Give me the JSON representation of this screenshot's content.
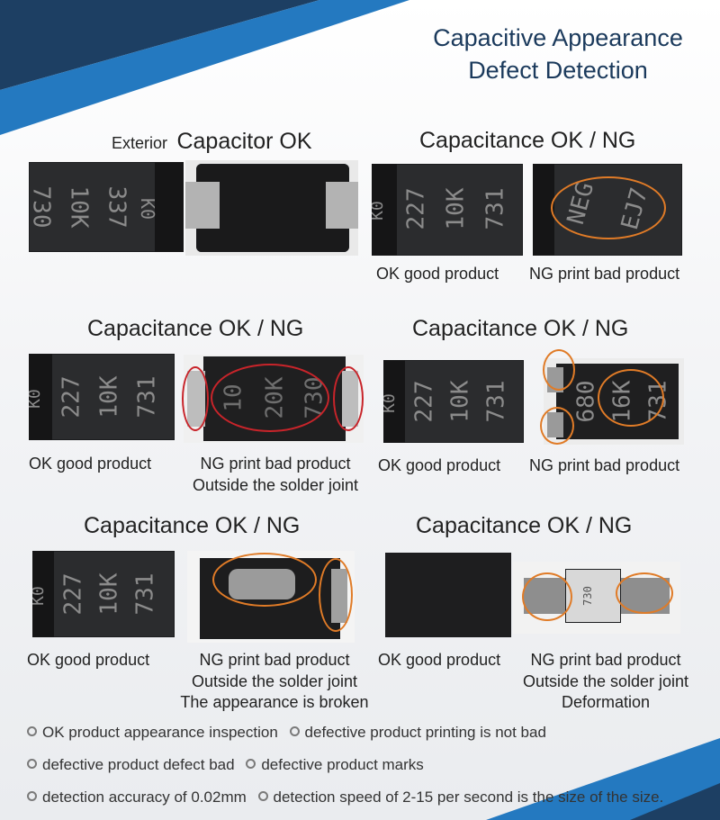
{
  "title": {
    "line1": "Capacitive Appearance",
    "line2": "Defect Detection"
  },
  "sections": {
    "s1": {
      "prefix": "Exterior",
      "heading": "Capacitor OK"
    },
    "s2": {
      "heading": "Capacitance OK / NG",
      "ok_label": "OK good product",
      "ng_label": "NG print bad product"
    },
    "s3": {
      "heading": "Capacitance OK / NG",
      "ok_label": "OK good product",
      "ng_label": "NG print bad product",
      "ng_label2": "Outside the solder joint"
    },
    "s4": {
      "heading": "Capacitance OK / NG",
      "ok_label": "OK good product",
      "ng_label": "NG print bad product"
    },
    "s5": {
      "heading": "Capacitance OK / NG",
      "ok_label": "OK good product",
      "ng_label": "NG print bad product",
      "ng_label2": "Outside the solder joint",
      "ng_label3": "The appearance is broken"
    },
    "s6": {
      "heading": "Capacitance OK / NG",
      "ok_label": "OK good product",
      "ng_label": "NG print bad product",
      "ng_label2": "Outside the solder joint",
      "ng_label3": "Deformation"
    }
  },
  "chip_marks": {
    "c1": [
      "730",
      "10K",
      "337",
      "K0"
    ],
    "ok": [
      "K0",
      "227",
      "10K",
      "731"
    ],
    "ng_s2": [
      "NEG",
      "EJ7"
    ],
    "ng_s3": [
      "10",
      "20K",
      "730"
    ],
    "ng_s4": [
      "680",
      "16K",
      "731"
    ],
    "ng_s6": [
      "730"
    ]
  },
  "bullets": [
    {
      "a": "OK product appearance inspection",
      "b": "defective product printing is not bad"
    },
    {
      "a": "defective product defect bad",
      "b": "defective product marks"
    },
    {
      "a": "detection accuracy of 0.02mm",
      "b": "detection speed of 2-15 per second is the size of the size."
    }
  ],
  "colors": {
    "navy": "#1b3a5c",
    "blue": "#2479c0",
    "orange_ring": "#e07b27",
    "red_ring": "#c8242a"
  }
}
